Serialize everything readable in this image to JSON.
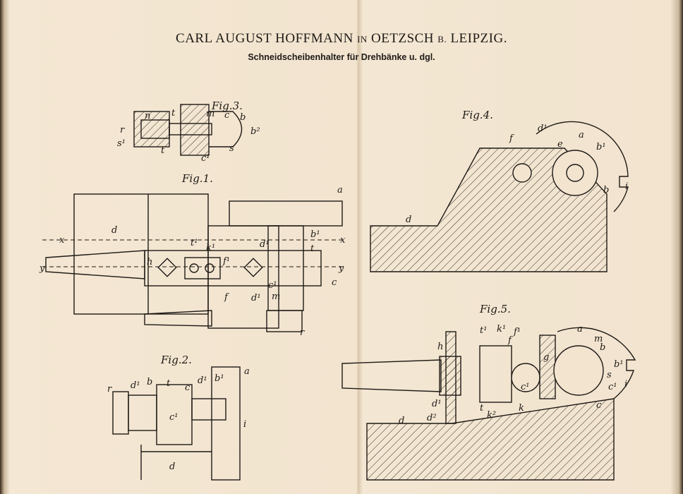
{
  "header": {
    "inventor": "CARL AUGUST HOFFMANN",
    "in": "IN",
    "place": "OETZSCH",
    "b": "B.",
    "city": "LEIPZIG.",
    "subtitle": "Schneidscheibenhalter für Drehbänke u. dgl."
  },
  "figures": {
    "fig1": {
      "title": "Fig.1.",
      "labels": [
        "a",
        "x",
        "d",
        "x",
        "b¹",
        "d¹",
        "t",
        "t¹",
        "k¹",
        "f¹",
        "h",
        "y",
        "y",
        "c¹",
        "c",
        "f",
        "d¹",
        "m",
        "r"
      ]
    },
    "fig2": {
      "title": "Fig.2.",
      "labels": [
        "a",
        "r",
        "d¹",
        "b",
        "t",
        "c",
        "d¹",
        "b¹",
        "c¹",
        "i",
        "d"
      ]
    },
    "fig3": {
      "title": "Fig.3.",
      "labels": [
        "t",
        "m",
        "c",
        "b",
        "r",
        "n",
        "s¹",
        "b²",
        "t",
        "s",
        "c¹"
      ]
    },
    "fig4": {
      "title": "Fig.4.",
      "labels": [
        "f",
        "d¹",
        "e",
        "a",
        "b¹",
        "b",
        "i",
        "d"
      ]
    },
    "fig5": {
      "title": "Fig.5.",
      "labels": [
        "a",
        "t¹",
        "k¹",
        "f¹",
        "f",
        "m",
        "b",
        "h",
        "g",
        "b¹",
        "s",
        "c¹",
        "i",
        "c",
        "t",
        "k",
        "c¹",
        "d¹",
        "d²",
        "k²",
        "d"
      ]
    }
  }
}
